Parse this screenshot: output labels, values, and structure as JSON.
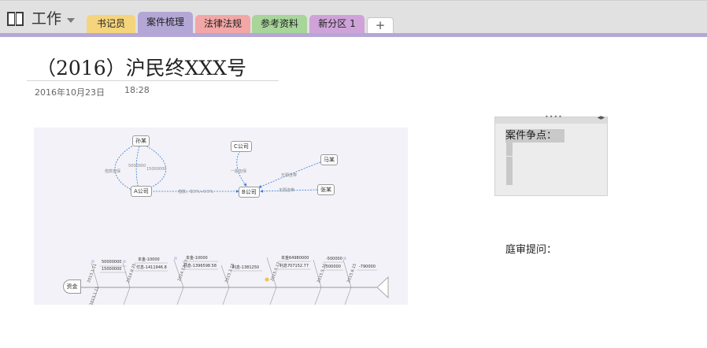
{
  "notebook": {
    "title": "工作",
    "icon": "notebook-icon"
  },
  "sections": [
    {
      "label": "书记员",
      "color": "#f4d47c"
    },
    {
      "label": "案件梳理",
      "color": "#b4a7d6",
      "active": true
    },
    {
      "label": "法律法规",
      "color": "#f3a6a6"
    },
    {
      "label": "参考资料",
      "color": "#a8d59a"
    },
    {
      "label": "新分区 1",
      "color": "#cfa3d9"
    }
  ],
  "add_section_label": "+",
  "page": {
    "title": "（2016）沪民终XXX号",
    "date": "2016年10月23日",
    "time": "18:28"
  },
  "diagram": {
    "nodes": {
      "sun": "孙某",
      "a_company": "A公司",
      "c_company": "C公司",
      "b_company": "B公司",
      "ma": "马某",
      "zhang": "张某"
    },
    "edge_labels": {
      "sun_a_left": "借款担保",
      "sun_a_mid": "5000000",
      "sun_a_right": "15000000",
      "a_b": "借款，年5%+0.5%",
      "c_b": "一般担保",
      "ma_b": "无限连带",
      "zhang_b": "无限连带"
    },
    "fishbone_head": "资金",
    "fishbone_dates": [
      "2013.1.11",
      "2014.8.25",
      "2014.12.17",
      "2015.3.18",
      "2015.5.12",
      "2015.5.26",
      "2015.6.15"
    ],
    "fishbone_values": [
      [
        "50000000",
        "15000000"
      ],
      [
        "本金-10000",
        "付息-1411946.8"
      ],
      [
        "本金-10000",
        "利息-1396598.58"
      ],
      [
        "利息-1381250"
      ],
      [
        "本金64980000",
        "利息707152.77"
      ],
      [
        "-500000",
        "-500000"
      ],
      [
        "-790000"
      ]
    ],
    "fishbone_low_date": "2013.1.11"
  },
  "note": {
    "heading": "案件争点：",
    "court_questions": "庭审提问："
  }
}
